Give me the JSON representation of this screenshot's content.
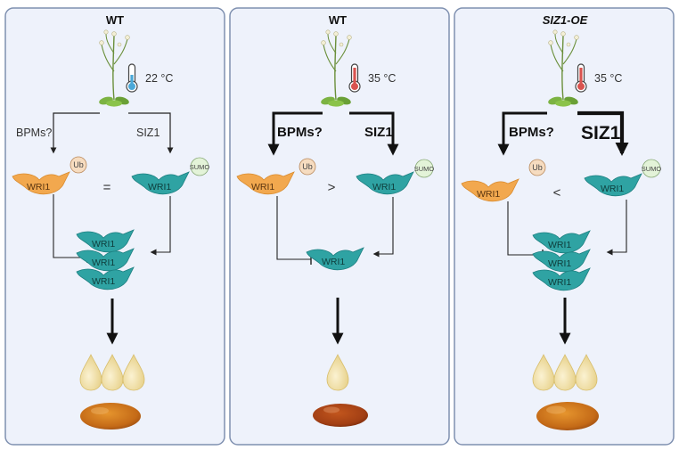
{
  "panels": [
    {
      "title": "WT",
      "title_italic": false,
      "temperature": "22 °C",
      "left_label": "BPMs?",
      "right_label": "SIZ1",
      "left_strength": "thin",
      "right_strength": "thin",
      "ub_tag": "Ub",
      "sumo_tag": "SUMO",
      "protein_label": "WRI1",
      "comparison": "=",
      "stack_count": 3,
      "drop_count": 3
    },
    {
      "title": "WT",
      "title_italic": false,
      "temperature": "35 °C",
      "left_label": "BPMs?",
      "right_label": "SIZ1",
      "left_strength": "bold",
      "right_strength": "bold",
      "ub_tag": "Ub",
      "sumo_tag": "SUMO",
      "protein_label": "WRI1",
      "comparison": ">",
      "stack_count": 1,
      "drop_count": 1
    },
    {
      "title": "SIZ1-OE",
      "title_italic": true,
      "temperature": "35 °C",
      "left_label": "BPMs?",
      "right_label": "SIZ1",
      "left_strength": "bold",
      "right_strength": "heavy",
      "ub_tag": "Ub",
      "sumo_tag": "SUMO",
      "protein_label": "WRI1",
      "comparison": "<",
      "stack_count": 3,
      "drop_count": 3
    }
  ],
  "colors": {
    "panel_fill": "#eef2fb",
    "panel_border": "#7f90b0",
    "teal": "#2fa3a3",
    "teal_dark": "#1d7f80",
    "orange": "#f2a84e",
    "orange_dark": "#d98b2e",
    "ub_fill": "#f6dcc0",
    "sumo_fill": "#e3f3d8",
    "drop": "#f0dfa6",
    "seed": "#c9741e",
    "plant_leaf": "#7cb342",
    "thermo_cool": "#4aa8d8",
    "thermo_hot": "#d9534f"
  },
  "icons": {
    "plant": "arabidopsis-plant-icon",
    "thermometer": "thermometer-icon",
    "ubiquitin": "ubiquitin-tag-icon",
    "sumo": "sumo-tag-icon",
    "oil_drop": "oil-drop-icon",
    "seed": "seed-icon"
  }
}
